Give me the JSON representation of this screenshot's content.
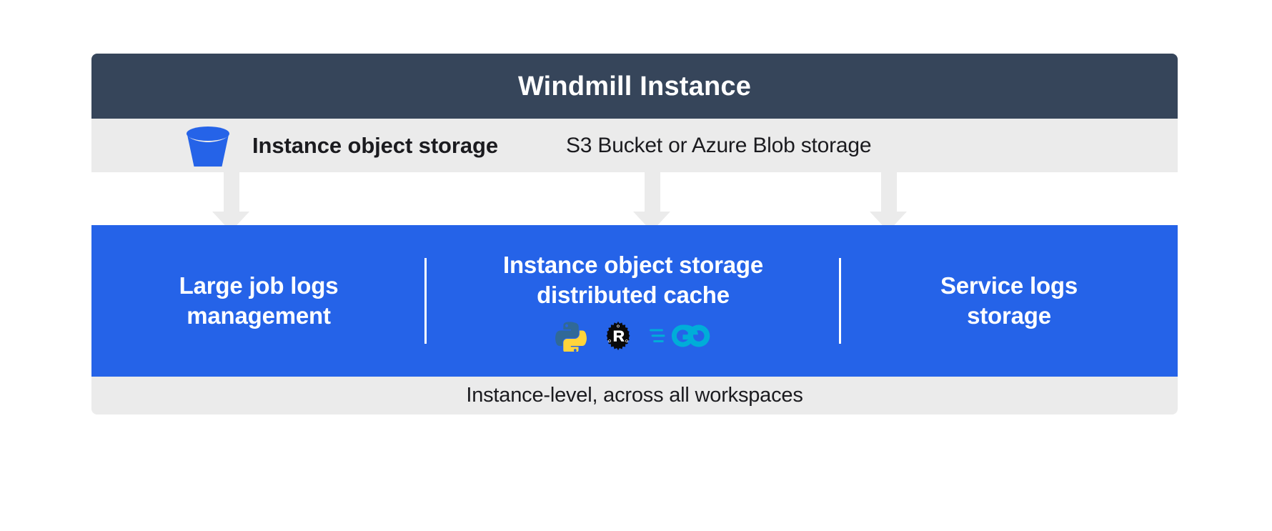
{
  "header": {
    "title": "Windmill Instance",
    "background_color": "#36455a",
    "text_color": "#ffffff"
  },
  "storage_strip": {
    "icon": "bucket-icon",
    "icon_color": "#2563e8",
    "label": "Instance object storage",
    "sublabel": "S3 Bucket or Azure Blob storage",
    "background_color": "#ebebeb"
  },
  "connectors": {
    "color": "#ebebeb",
    "arrows": [
      {
        "name": "arrow-to-large-job-logs",
        "direction": "down"
      },
      {
        "name": "arrow-to-distributed-cache",
        "direction": "down"
      },
      {
        "name": "arrow-to-service-logs",
        "direction": "down"
      }
    ]
  },
  "panel": {
    "background_color": "#2563e8",
    "text_color": "#ffffff",
    "columns": [
      {
        "name": "large-job-logs-management",
        "title": "Large job logs\nmanagement",
        "tech_icons": []
      },
      {
        "name": "instance-object-storage-distributed-cache",
        "title": "Instance object storage\ndistributed cache",
        "tech_icons": [
          {
            "name": "python-icon",
            "label": "Python",
            "colors": [
              "#306998",
              "#ffd43b"
            ]
          },
          {
            "name": "rust-icon",
            "label": "Rust",
            "colors": [
              "#000000"
            ]
          },
          {
            "name": "go-icon",
            "label": "Go",
            "colors": [
              "#00add8"
            ]
          }
        ]
      },
      {
        "name": "service-logs-storage",
        "title": "Service logs\nstorage",
        "tech_icons": []
      }
    ]
  },
  "footer": {
    "text": "Instance-level, across all workspaces",
    "background_color": "#ebebeb"
  }
}
